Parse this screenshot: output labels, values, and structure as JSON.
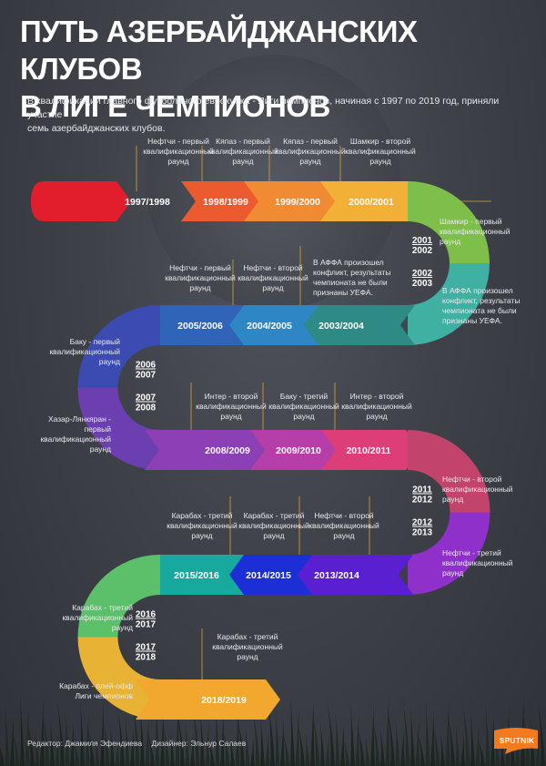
{
  "title": [
    "ПУТЬ АЗЕРБАЙДЖАНСКИХ КЛУБОВ",
    "В ЛИГЕ ЧЕМПИОНОВ"
  ],
  "intro": [
    "В квалификации главного футбольного еврокубка - Лиги чемпионов, начиная с 1997 по 2019 год, приняли участие",
    "семь азербайджанских клубов."
  ],
  "seasons": [
    {
      "label": "1997/1998",
      "color": "#e31e2c"
    },
    {
      "label": "1998/1999",
      "color": "#ec5a30"
    },
    {
      "label": "1999/2000",
      "color": "#f08a33"
    },
    {
      "label": "2000/2001",
      "color": "#f2b136"
    },
    {
      "label": [
        "2001",
        "2002"
      ],
      "color": "#7dbf4a"
    },
    {
      "label": [
        "2002",
        "2003"
      ],
      "color": "#3fb0a1"
    },
    {
      "label": "2003/2004",
      "color": "#2d8a85"
    },
    {
      "label": "2004/2005",
      "color": "#2f86c4"
    },
    {
      "label": "2005/2006",
      "color": "#2f64b8"
    },
    {
      "label": [
        "2006",
        "2007"
      ],
      "color": "#3b4bb1"
    },
    {
      "label": [
        "2007",
        "2008"
      ],
      "color": "#6b3fb0"
    },
    {
      "label": "2008/2009",
      "color": "#8d3fb5"
    },
    {
      "label": "2009/2010",
      "color": "#b63ea9"
    },
    {
      "label": "2010/2011",
      "color": "#dd3e77"
    },
    {
      "label": [
        "2011",
        "2012"
      ],
      "color": "#c2436c"
    },
    {
      "label": [
        "2012",
        "2013"
      ],
      "color": "#8e30c9"
    },
    {
      "label": "2013/2014",
      "color": "#5a1fd0"
    },
    {
      "label": "2014/2015",
      "color": "#1c2fd6"
    },
    {
      "label": "2015/2016",
      "color": "#17a99e"
    },
    {
      "label": [
        "2016",
        "2017"
      ],
      "color": "#5cc06a"
    },
    {
      "label": [
        "2017",
        "2018"
      ],
      "color": "#e8b234"
    },
    {
      "label": "2018/2019",
      "color": "#f2a82e"
    }
  ],
  "notes": {
    "n1998": [
      "Нефтчи - первый",
      "квалификационный",
      "раунд"
    ],
    "n1999": [
      "Кяпаз - первый",
      "квалификационный",
      "раунд"
    ],
    "n2000": [
      "Кяпаз - первый",
      "квалификационный",
      "раунд"
    ],
    "n2001": [
      "Шамкир - второй",
      "квалификационный",
      "раунд"
    ],
    "n2002": [
      "Шамкир - первый",
      "квалификационный",
      "раунд"
    ],
    "n2003": [
      "В АФФА произошел",
      "конфликт, результаты",
      "чемпионата не были",
      "признаны УЕФА."
    ],
    "n2004": [
      "В АФФА произошел",
      "конфликт, результаты",
      "чемпионата не были",
      "признаны УЕФА."
    ],
    "n2005": [
      "Нефтчи - первый",
      "квалификационный",
      "раунд"
    ],
    "n2006": [
      "Нефтчи - второй",
      "квалификационный",
      "раунд"
    ],
    "n2007": [
      "Баку - первый",
      "квалификационный",
      "раунд"
    ],
    "n2008": [
      "Хазар-Лянкяран -",
      "первый квалификационный",
      "раунд"
    ],
    "n2009": [
      "Интер - второй",
      "квалификационный",
      "раунд"
    ],
    "n2010": [
      "Баку - третий",
      "квалификационный",
      "раунд"
    ],
    "n2011": [
      "Интер - второй",
      "квалификационный",
      "раунд"
    ],
    "n2012": [
      "Нефтчи - второй",
      "квалификационный",
      "раунд"
    ],
    "n2013": [
      "Нефтчи - третий",
      "квалификационный",
      "раунд"
    ],
    "n2014": [
      "Нефтчи - второй",
      "квалификационный",
      "раунд"
    ],
    "n2015": [
      "Карабах - третий",
      "квалификационный",
      "раунд"
    ],
    "n2016": [
      "Карабах - третий",
      "квалификационный",
      "раунд"
    ],
    "n2017": [
      "Карабах - третий",
      "квалификационный",
      "раунд"
    ],
    "n2018": [
      "Карабах - плей-офф",
      "Лиги чемпионов"
    ],
    "n2019": [
      "Карабах - третий",
      "квалификационный",
      "раунд"
    ]
  },
  "credits": {
    "editor": "Редактор: Джамиля Эфендиева",
    "designer": "Дизайнер: Эльнур Салаев"
  },
  "logo": {
    "text": "SPUTNIK",
    "color": "#f47a20"
  }
}
